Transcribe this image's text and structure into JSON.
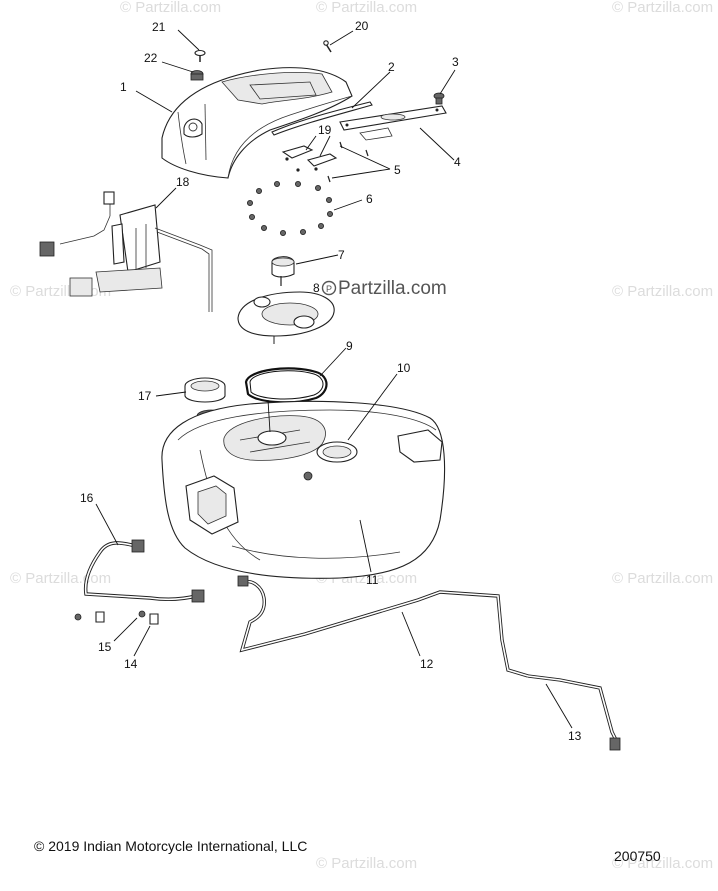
{
  "watermark": {
    "text": "© Partzilla.com",
    "center_text": "Partzilla.com"
  },
  "callouts": [
    "21",
    "20",
    "22",
    "1",
    "2",
    "3",
    "19",
    "4",
    "5",
    "18",
    "6",
    "7",
    "8",
    "9",
    "10",
    "17",
    "11",
    "16",
    "12",
    "15",
    "14",
    "13"
  ],
  "footer": {
    "copyright": "© 2019 Indian Motorcycle International, LLC",
    "diagram_number": "200750"
  }
}
